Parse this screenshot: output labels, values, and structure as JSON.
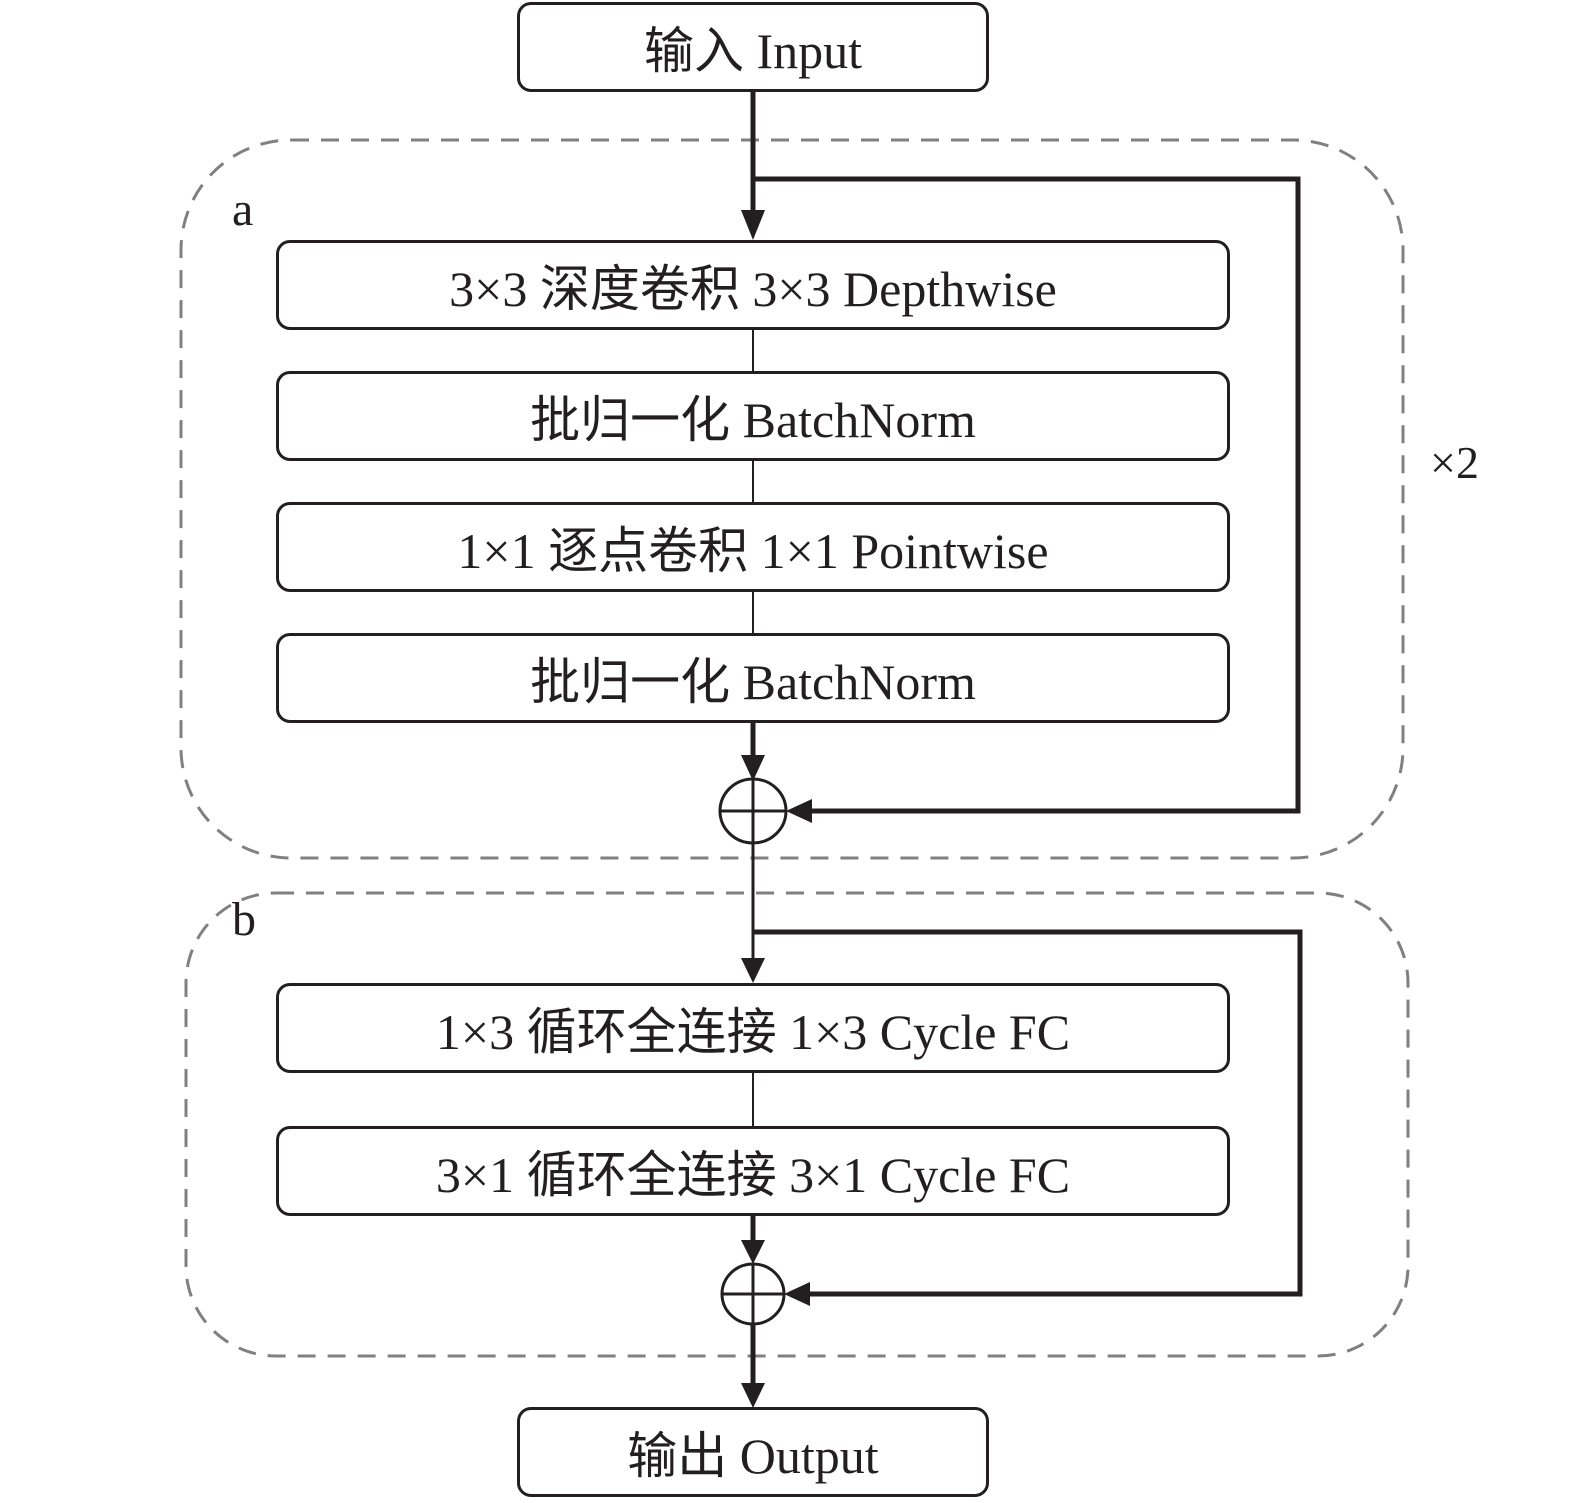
{
  "input": {
    "label": "输入 Input"
  },
  "output": {
    "label": "输出 Output"
  },
  "group_a": {
    "label": "a",
    "repeat": "×2",
    "layers": [
      {
        "label": "3×3 深度卷积 3×3 Depthwise"
      },
      {
        "label": "批归一化 BatchNorm"
      },
      {
        "label": "1×1 逐点卷积 1×1 Pointwise"
      },
      {
        "label": "批归一化 BatchNorm"
      }
    ]
  },
  "group_b": {
    "label": "b",
    "layers": [
      {
        "label": "1×3 循环全连接 1×3 Cycle FC"
      },
      {
        "label": "3×1 循环全连接 3×1 Cycle FC"
      }
    ]
  },
  "colors": {
    "stroke": "#231f20",
    "dashed": "#808080"
  }
}
